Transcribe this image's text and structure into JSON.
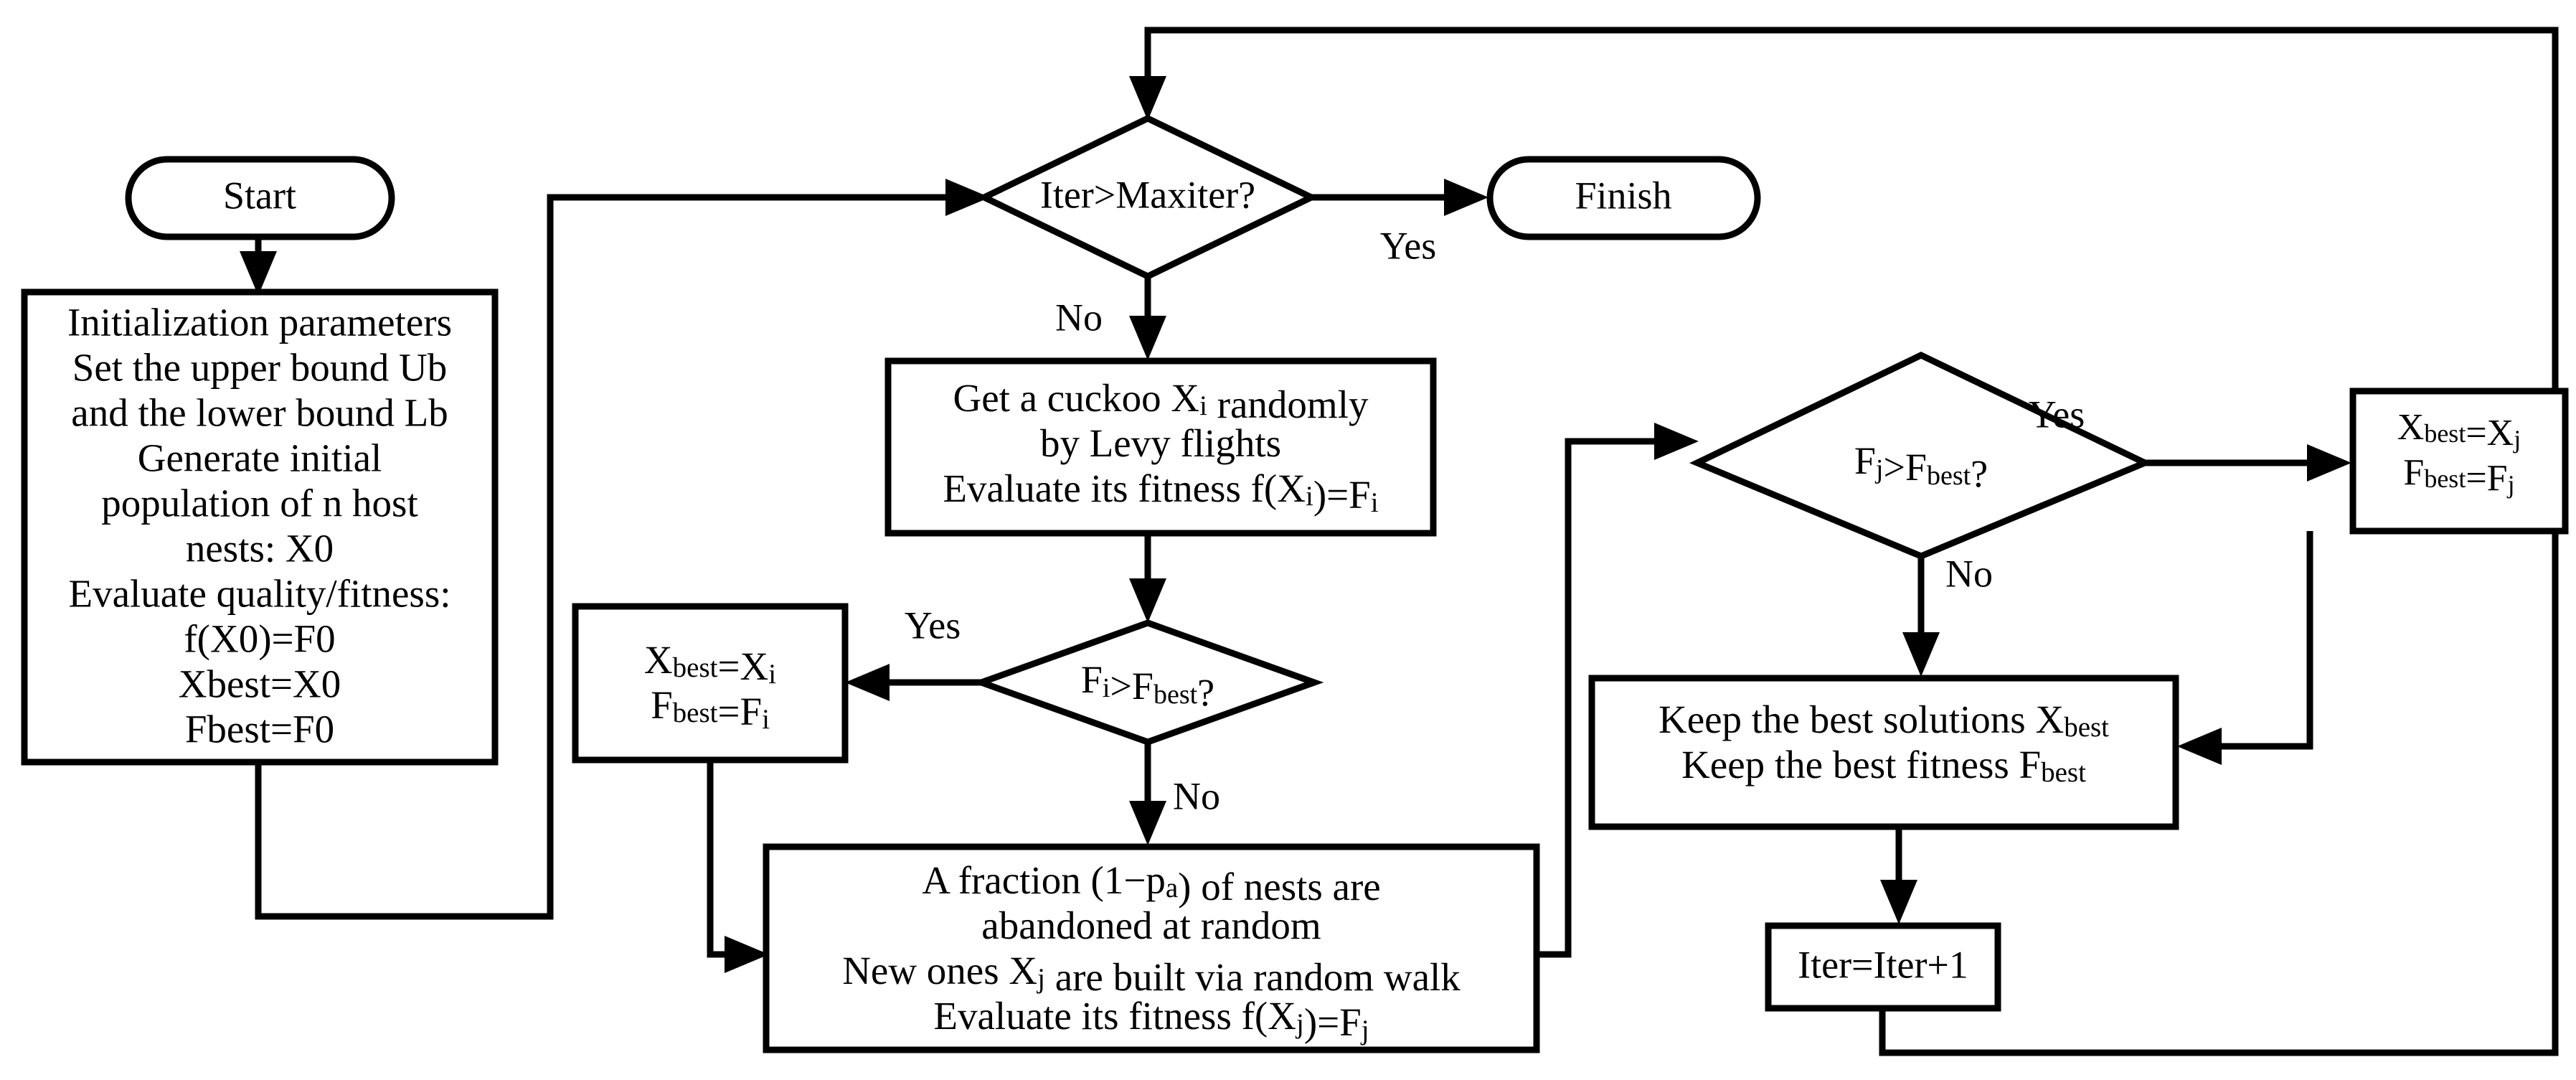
{
  "diagram": {
    "title": "Cuckoo Search Algorithm Flowchart",
    "type": "flowchart",
    "stroke_color": "#000000",
    "fill_color": "#ffffff",
    "background": "#ffffff"
  },
  "nodes": {
    "start": {
      "label": "Start",
      "shape": "terminator"
    },
    "finish": {
      "label": "Finish",
      "shape": "terminator"
    },
    "init": {
      "shape": "process",
      "lines": [
        "Initialization parameters",
        "Set the upper bound Ub",
        "and the lower bound Lb",
        "Generate initial",
        "population of n host",
        "nests: X0",
        "Evaluate quality/fitness:",
        "f(X0)=F0",
        "Xbest=X0",
        "Fbest=F0"
      ]
    },
    "decision_iter": {
      "shape": "decision",
      "label": "Iter>Maxiter?"
    },
    "cuckoo": {
      "shape": "process",
      "lines_rich": [
        [
          {
            "t": "Get a cuckoo X"
          },
          {
            "t": "i",
            "s": true
          },
          {
            "t": " randomly"
          }
        ],
        [
          {
            "t": "by Levy flights"
          }
        ],
        [
          {
            "t": "Evaluate its fitness f(X"
          },
          {
            "t": "i",
            "s": true
          },
          {
            "t": ")=F"
          },
          {
            "t": "i",
            "s": true
          }
        ]
      ]
    },
    "decision_fi": {
      "shape": "decision",
      "label_rich": [
        {
          "t": "F"
        },
        {
          "t": "i",
          "s": true
        },
        {
          "t": ">F"
        },
        {
          "t": "best",
          "s": true
        },
        {
          "t": "?"
        }
      ]
    },
    "assign_i": {
      "shape": "process",
      "lines_rich": [
        [
          {
            "t": "X"
          },
          {
            "t": "best",
            "s": true
          },
          {
            "t": "=X"
          },
          {
            "t": "i",
            "s": true
          }
        ],
        [
          {
            "t": "F"
          },
          {
            "t": "best",
            "s": true
          },
          {
            "t": "=F"
          },
          {
            "t": "i",
            "s": true
          }
        ]
      ]
    },
    "fraction": {
      "shape": "process",
      "lines_rich": [
        [
          {
            "t": "A fraction (1−p"
          },
          {
            "t": "a",
            "s": true
          },
          {
            "t": ")  of nests are"
          }
        ],
        [
          {
            "t": "abandoned at random"
          }
        ],
        [
          {
            "t": "New ones X"
          },
          {
            "t": "j",
            "s": true
          },
          {
            "t": " are built via random walk"
          }
        ],
        [
          {
            "t": "Evaluate its fitness f(X"
          },
          {
            "t": "j",
            "s": true
          },
          {
            "t": ")=F"
          },
          {
            "t": "j",
            "s": true
          }
        ]
      ]
    },
    "decision_fj": {
      "shape": "decision",
      "label_rich": [
        {
          "t": "F"
        },
        {
          "t": "j",
          "s": true
        },
        {
          "t": ">F"
        },
        {
          "t": "best",
          "s": true
        },
        {
          "t": "?"
        }
      ]
    },
    "assign_j": {
      "shape": "process",
      "lines_rich": [
        [
          {
            "t": "X"
          },
          {
            "t": "best",
            "s": true
          },
          {
            "t": "=X"
          },
          {
            "t": "j",
            "s": true
          }
        ],
        [
          {
            "t": "F"
          },
          {
            "t": "best",
            "s": true
          },
          {
            "t": "=F"
          },
          {
            "t": "j",
            "s": true
          }
        ]
      ]
    },
    "keep_best": {
      "shape": "process",
      "lines_rich": [
        [
          {
            "t": "Keep the best solutions X"
          },
          {
            "t": "best",
            "s": true
          }
        ],
        [
          {
            "t": "Keep the best fitness F"
          },
          {
            "t": "best",
            "s": true
          }
        ]
      ]
    },
    "iter_inc": {
      "shape": "process",
      "label": "Iter=Iter+1"
    }
  },
  "edge_labels": {
    "iter_yes": "Yes",
    "iter_no": "No",
    "fi_yes": "Yes",
    "fi_no": "No",
    "fj_yes": "Yes",
    "fj_no": "No"
  }
}
